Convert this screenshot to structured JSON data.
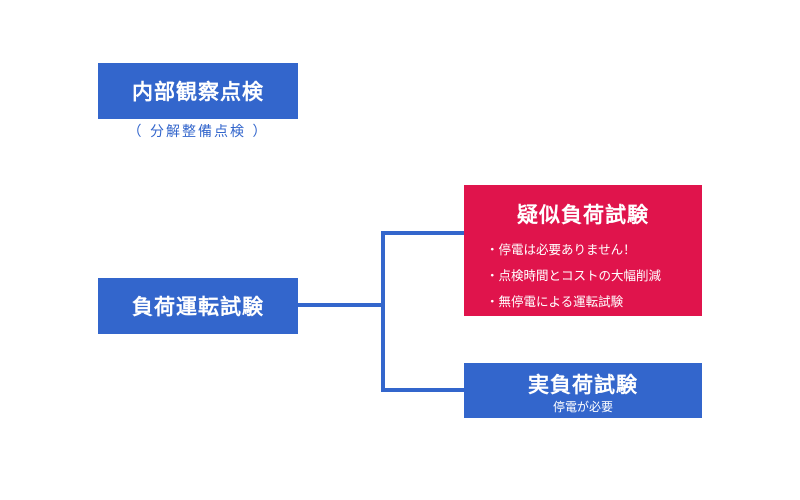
{
  "nodes": {
    "internal_inspection": {
      "title": "内部観察点検",
      "note": "（ 分解整備点検 ）"
    },
    "load_test": {
      "title": "負荷運転試験"
    },
    "pseudo_load_test": {
      "title": "疑似負荷試験",
      "points": [
        "停電は必要ありません！",
        "点検時間とコストの大幅削減",
        "無停電による運転試験"
      ]
    },
    "real_load_test": {
      "title": "実負荷試験",
      "note": "停電が必要"
    }
  },
  "colors": {
    "blue": "#3366cc",
    "red": "#e0144c",
    "connector": "#3366cc"
  }
}
